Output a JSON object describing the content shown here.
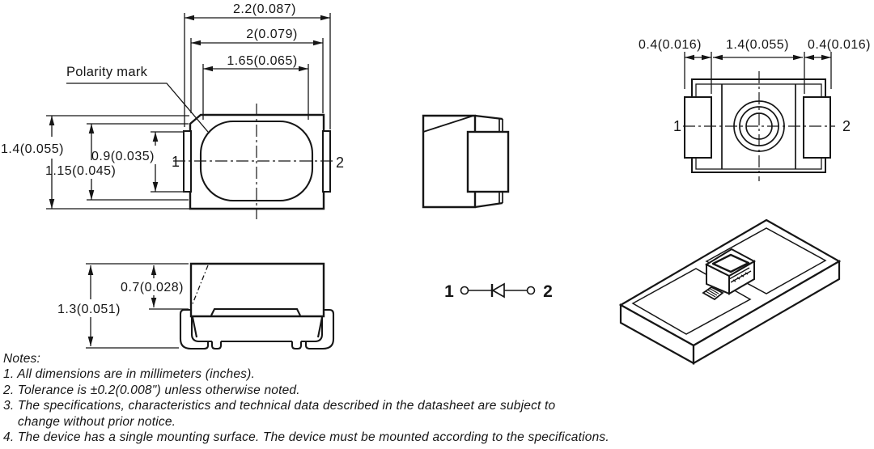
{
  "top_view": {
    "polarity_label": "Polarity mark",
    "dim_width_outer": "2.2(0.087)",
    "dim_width_body": "2(0.079)",
    "dim_width_lens": "1.65(0.065)",
    "dim_height_body": "1.4(0.055)",
    "dim_height_lens": "1.15(0.045)",
    "dim_height_tab": "0.9(0.035)",
    "pin1": "1",
    "pin2": "2"
  },
  "end_view": {
    "dim_tab_left": "0.4(0.016)",
    "dim_center": "1.4(0.055)",
    "dim_tab_right": "0.4(0.016)",
    "pin1": "1",
    "pin2": "2"
  },
  "front_view": {
    "dim_lead_height": "0.7(0.028)",
    "dim_total_height": "1.3(0.051)"
  },
  "circuit": {
    "pin1": "1",
    "pin2": "2"
  },
  "notes": {
    "title": "Notes:",
    "items": [
      "1. All dimensions are in millimeters (inches).",
      "2. Tolerance is ±0.2(0.008\") unless otherwise noted.",
      "3. The specifications, characteristics and technical data described in the datasheet are subject to",
      "change without prior notice.",
      "4. The device has a single mounting surface. The device must be mounted according to the specifications."
    ]
  }
}
